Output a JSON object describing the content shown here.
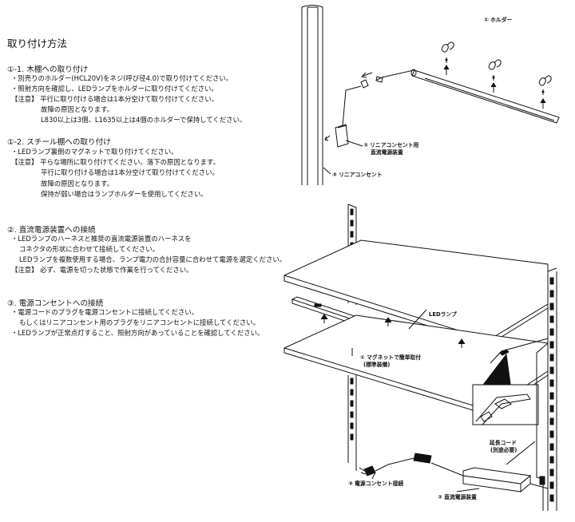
{
  "doc": {
    "title": "取り付け方法",
    "sections": [
      {
        "heading": "①-1. 木棚への取り付け",
        "lines": [
          "・別売りのホルダー(HCL20V)をネジ(呼び径4.0)で取り付けてください。",
          "・照射方向を確認し、LEDランプをホルダーに取り付けてください。",
          "【注意】 平行に取り付ける場合は1本分空けて取り付けてください。",
          "故障の原因となります。",
          "L830以上は3個、L1635以上は4個のホルダーで保持してください。"
        ]
      },
      {
        "heading": "①-2. スチール棚への取り付け",
        "lines": [
          "・LEDランプ裏側のマグネットで取り付けてください。",
          "【注意】 平らな場所に取り付けてください。落下の原因となります。",
          "平行に取り付ける場合は1本分空けて取り付けてください。",
          "故障の原因となります。",
          "保持が弱い場合はランプホルダーを使用してください。"
        ]
      },
      {
        "heading": "②. 直流電源装置への接続",
        "lines": [
          "・LEDランプのハーネスと推奨の直流電源装置のハーネスを",
          "コネクタの形状に合わせて接続してください。",
          "LEDランプを複数使用する場合、ランプ電力の合計容量に合わせて電源を選定ください。",
          "【注意】 必ず、電源を切った状態で作業を行ってください。"
        ]
      },
      {
        "heading": "③. 電源コンセントへの接続",
        "lines": [
          "・電源コードのプラグを電源コンセントに接続してください。",
          "もしくはリニアコンセント用のプラグをリニアコンセントに接続してください。",
          "・LEDランプが正常点灯すること、照射方向があっていることを確認してください。"
        ]
      }
    ]
  },
  "figure_top": {
    "holder_label": "① ホルダー",
    "linear_power_label_1": "② リニアコンセント用",
    "linear_power_label_2": "直流電源装置",
    "linear_outlet_label": "③ リニアコンセント"
  },
  "figure_bottom": {
    "led_lamp_label": "LEDランプ",
    "magnet_label_1": "① マグネットで簡単取付",
    "magnet_label_2": "(標準装備)",
    "extension_label_1": "延長コード",
    "extension_label_2": "(別途必要)",
    "outlet_label": "③ 電源コンセント接続",
    "power_unit_label": "② 直流電源装置"
  }
}
